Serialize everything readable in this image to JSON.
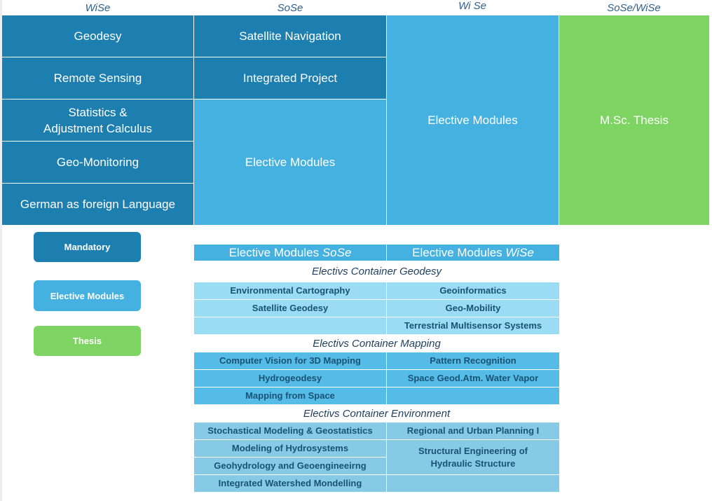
{
  "semesters": [
    "WiSe",
    "SoSe",
    "Wi Se",
    "SoSe/WiSe"
  ],
  "col1": [
    "Geodesy",
    "Remote Sensing",
    "Statistics &\nAdjustment Calculus",
    "Geo-Monitoring",
    "German as foreign Language"
  ],
  "col2": [
    "Satellite Navigation",
    "Integrated Project",
    "Elective Modules"
  ],
  "col3": "Elective Modules",
  "col4": "M.Sc. Thesis",
  "legend": {
    "mandatory": "Mandatory",
    "elective": "Elective Modules",
    "thesis": "Thesis"
  },
  "colors": {
    "mandatory": "#1c7fb0",
    "elective": "#44b1e0",
    "thesis": "#7ed463"
  },
  "table": {
    "head_sose_prefix": "Elective Modules ",
    "head_sose_suffix": "SoSe",
    "head_wise_prefix": "Elective Modules ",
    "head_wise_suffix": "WiSe",
    "sections": [
      {
        "title": "Electivs Container Geodesy",
        "left": [
          "Environmental Cartography",
          "Satellite Geodesy",
          ""
        ],
        "right": [
          "Geoinformatics",
          "Geo-Mobility",
          "Terrestrial Multisensor Systems"
        ]
      },
      {
        "title": "Electivs Container Mapping",
        "left": [
          "Computer Vision for 3D Mapping",
          "Hydrogeodesy",
          "Mapping from Space"
        ],
        "right": [
          "Pattern Recognition",
          "Space Geod.Atm. Water Vapor",
          ""
        ]
      },
      {
        "title": "Electivs Container Environment",
        "left": [
          "Stochastical Modeling & Geostatistics",
          "Modeling of Hydrosystems",
          "Geohydrology and Geoengineeirng",
          "Integrated Watershed Mondelling"
        ],
        "right": [
          "Regional and Urban Planning I",
          "Structural Engineering of\nHydraulic Structure",
          ""
        ]
      }
    ]
  }
}
